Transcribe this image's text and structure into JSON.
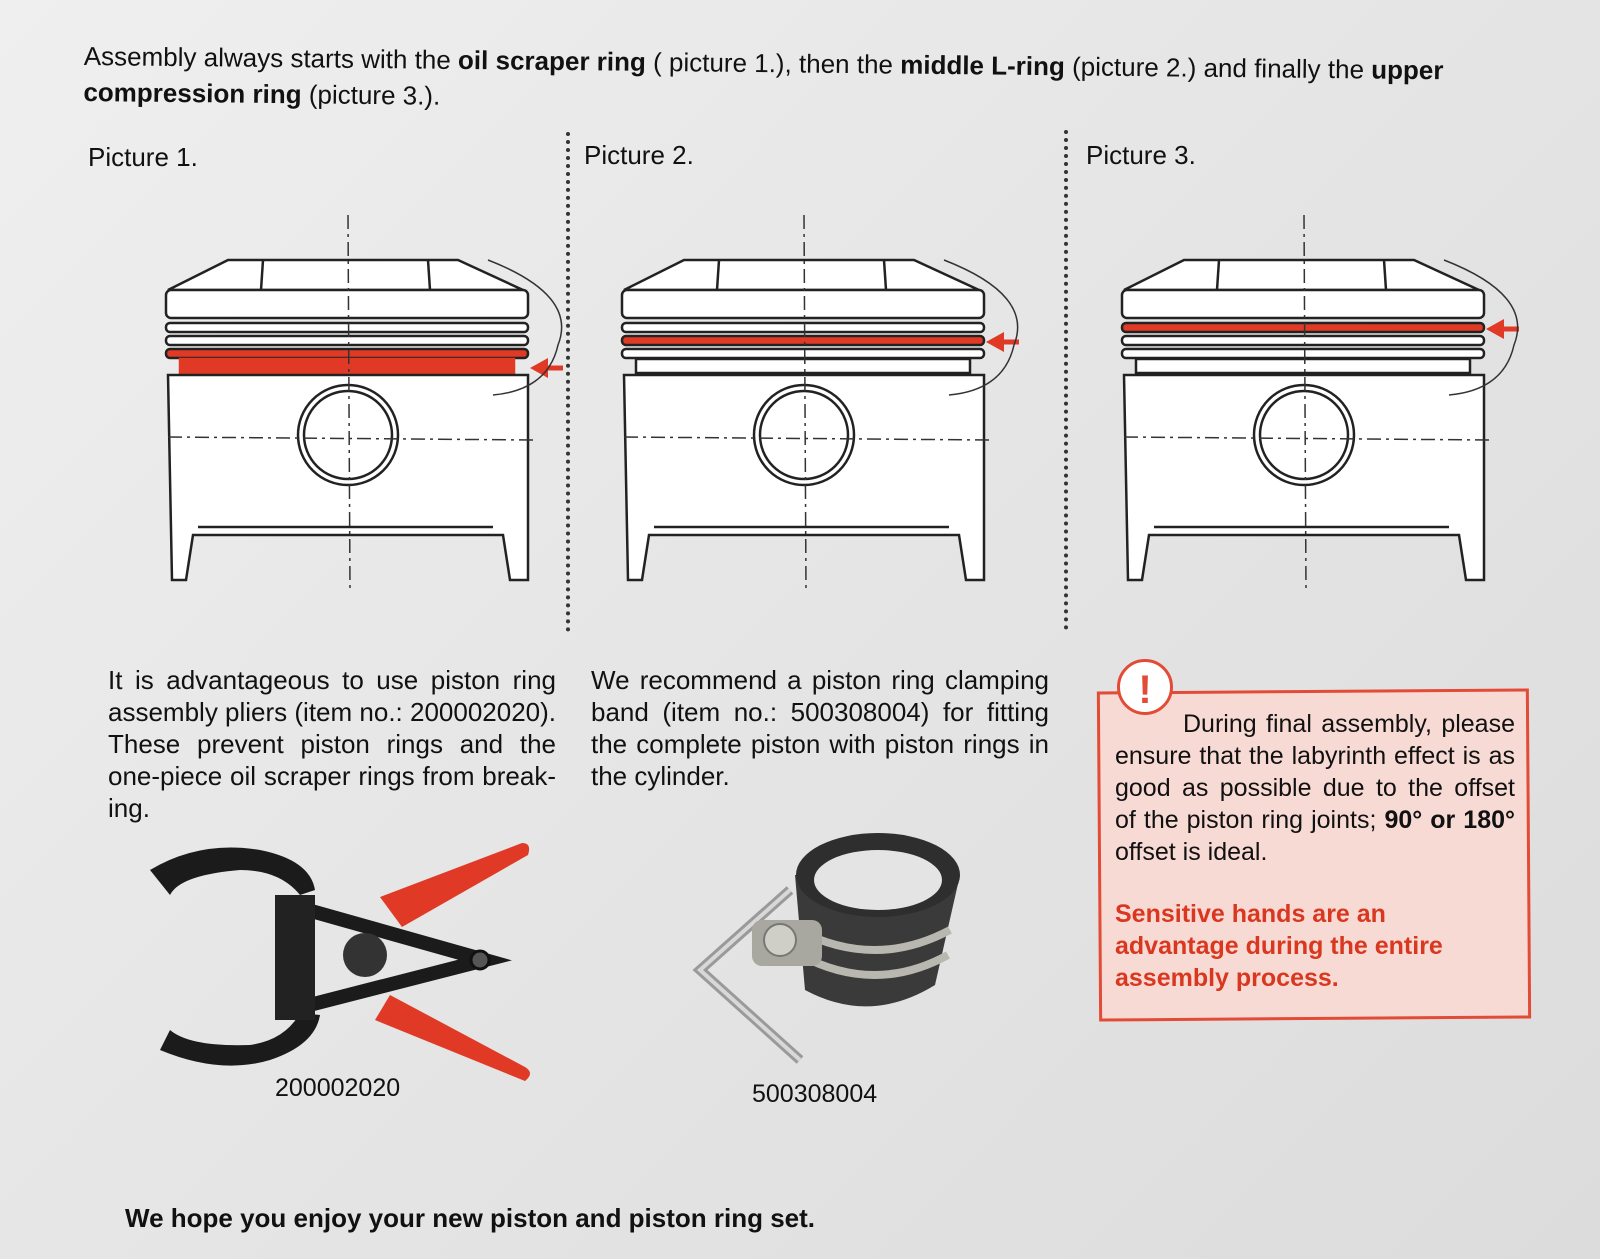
{
  "intro": {
    "part1": "Assembly always starts with the ",
    "bold1": "oil scraper ring",
    "part2": " ( picture 1.), then the ",
    "bold2": "middle L-ring",
    "part3": " (picture 2.) and finally the ",
    "bold3": "upper compression ring",
    "part4": " (picture 3.)."
  },
  "pictures": [
    {
      "label": "Picture 1.",
      "highlighted_ring": "oil scraper ring"
    },
    {
      "label": "Picture 2.",
      "highlighted_ring": "middle L-ring"
    },
    {
      "label": "Picture 3.",
      "highlighted_ring": "upper compression ring"
    }
  ],
  "paragraphs": {
    "pliers": "It is advantageous to use piston ring assembly pliers (item no.: 200002020). These prevent piston rings and the one-piece oil scraper rings from break-ing.",
    "band": "We recommend a piston ring clamping band (item no.: 500308004) for fitting the complete piston with piston rings in the cylinder."
  },
  "tip": {
    "icon": "exclamation-icon",
    "badge": "!",
    "text1": "During final assembly, please ensure that the labyrinth effect is as good as possible due to the offset of the piston ring joints; ",
    "bold": "90° or 180°",
    "text2": " offset is ideal.",
    "warning": "Sensitive hands are an advantage during the entire assembly process."
  },
  "tools": {
    "pliers_item": "200002020",
    "band_item": "500308004"
  },
  "closing": "We hope you enjoy your new piston and piston ring set.",
  "colors": {
    "accent_red": "#e24b36",
    "highlight_ring_red": "#e03a26",
    "tip_background": "#f8dad5"
  }
}
